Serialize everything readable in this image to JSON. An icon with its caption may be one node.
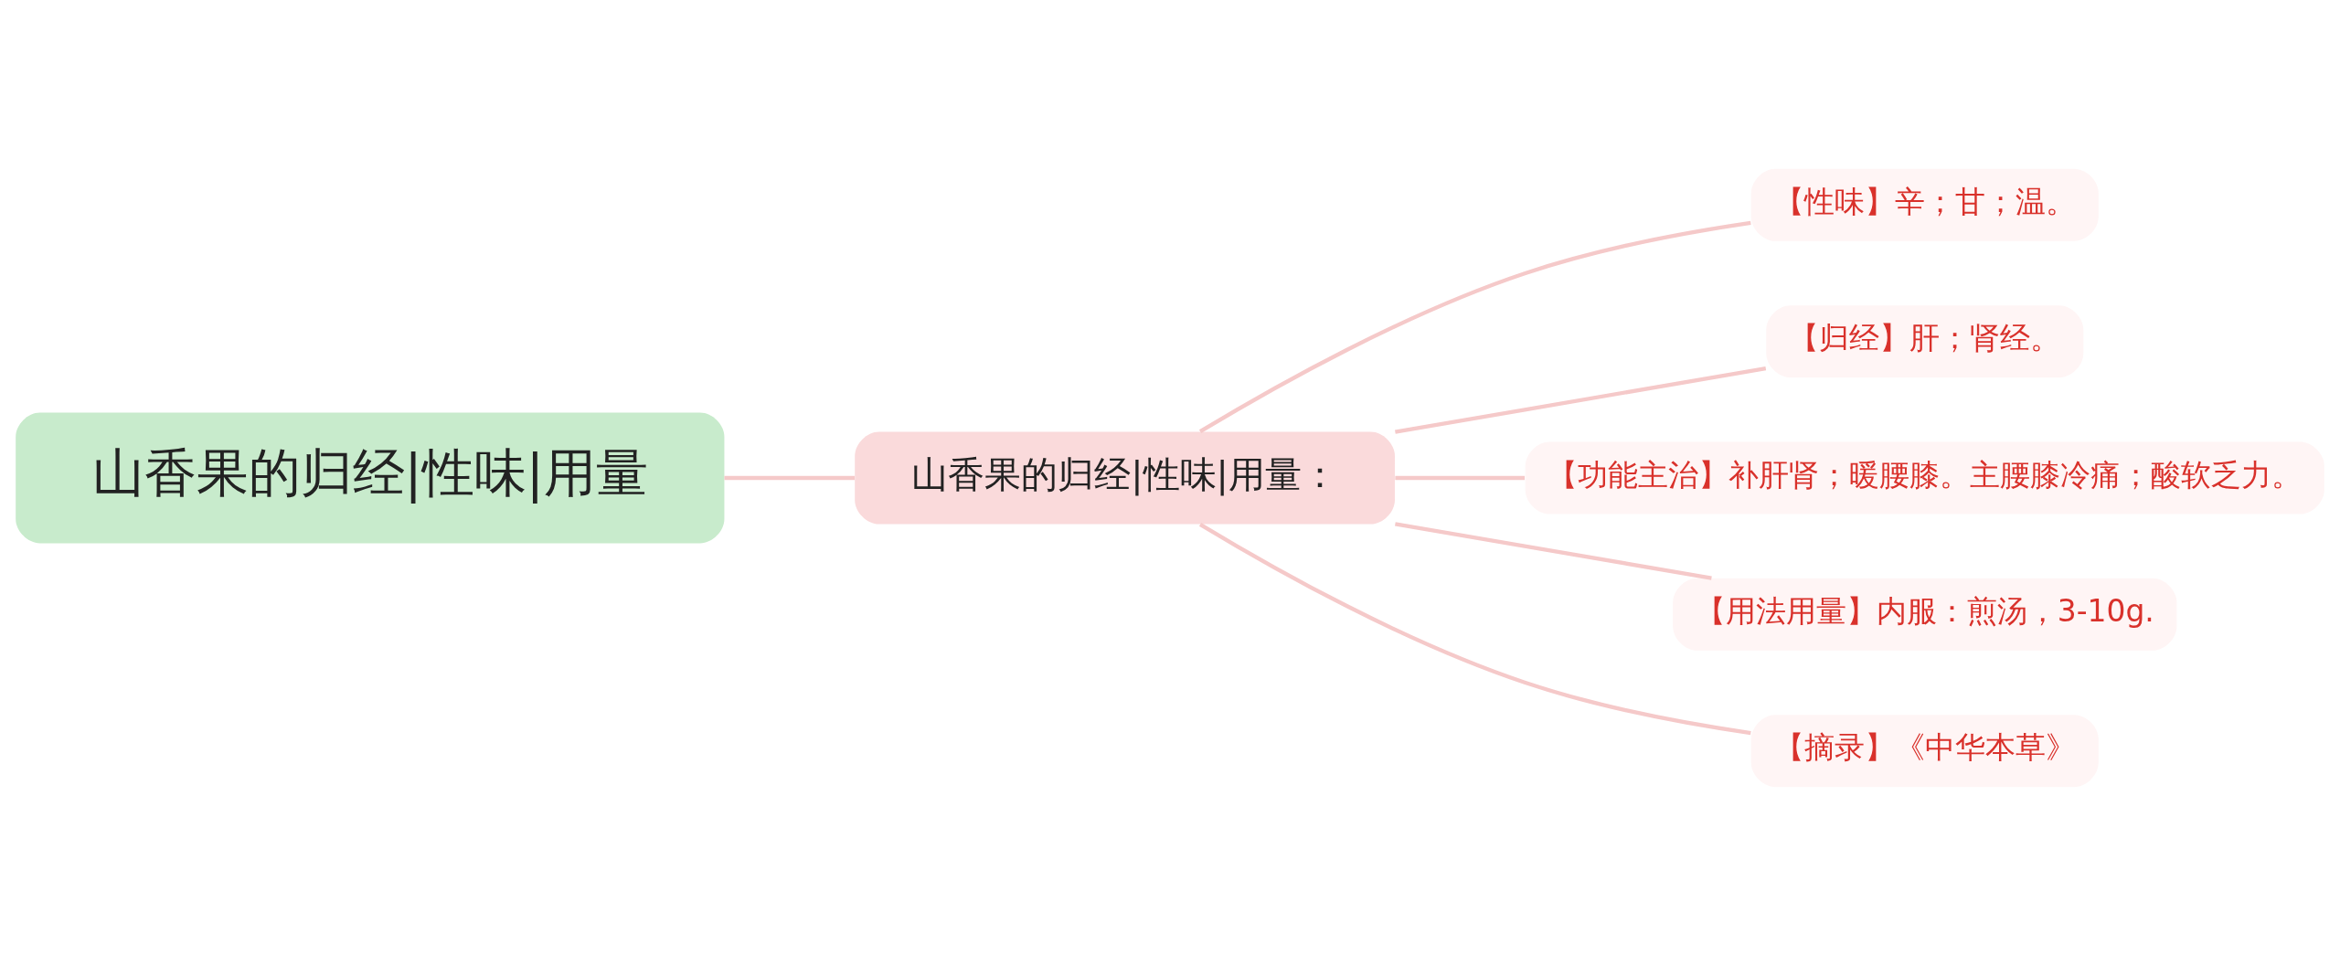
{
  "diagram": {
    "nodes": [
      {
        "text": [
          "山香果的归经|性味|用量"
        ]
      },
      {
        "text": [
          "山香果的归经|性味|用量："
        ]
      },
      {
        "text": [
          "【性味】辛；甘；温。"
        ]
      },
      {
        "text": [
          "【归经】肝；肾经。"
        ]
      },
      {
        "text": [
          "【功能主治】补肝肾；暖腰膝。主腰膝冷痛；酸软乏力。"
        ]
      },
      {
        "text": [
          "【用法用量】内服：煎汤，3-10g."
        ]
      },
      {
        "text": [
          "【摘录】《中华本草》"
        ]
      }
    ],
    "edges": [
      {
        "from": 0,
        "to": 1,
        "arrow": "none"
      },
      {
        "from": 1,
        "to": 2,
        "arrow": "none"
      },
      {
        "from": 1,
        "to": 3,
        "arrow": "none"
      },
      {
        "from": 1,
        "to": 4,
        "arrow": "none"
      },
      {
        "from": 1,
        "to": 5,
        "arrow": "none"
      },
      {
        "from": 1,
        "to": 6,
        "arrow": "none"
      }
    ]
  }
}
